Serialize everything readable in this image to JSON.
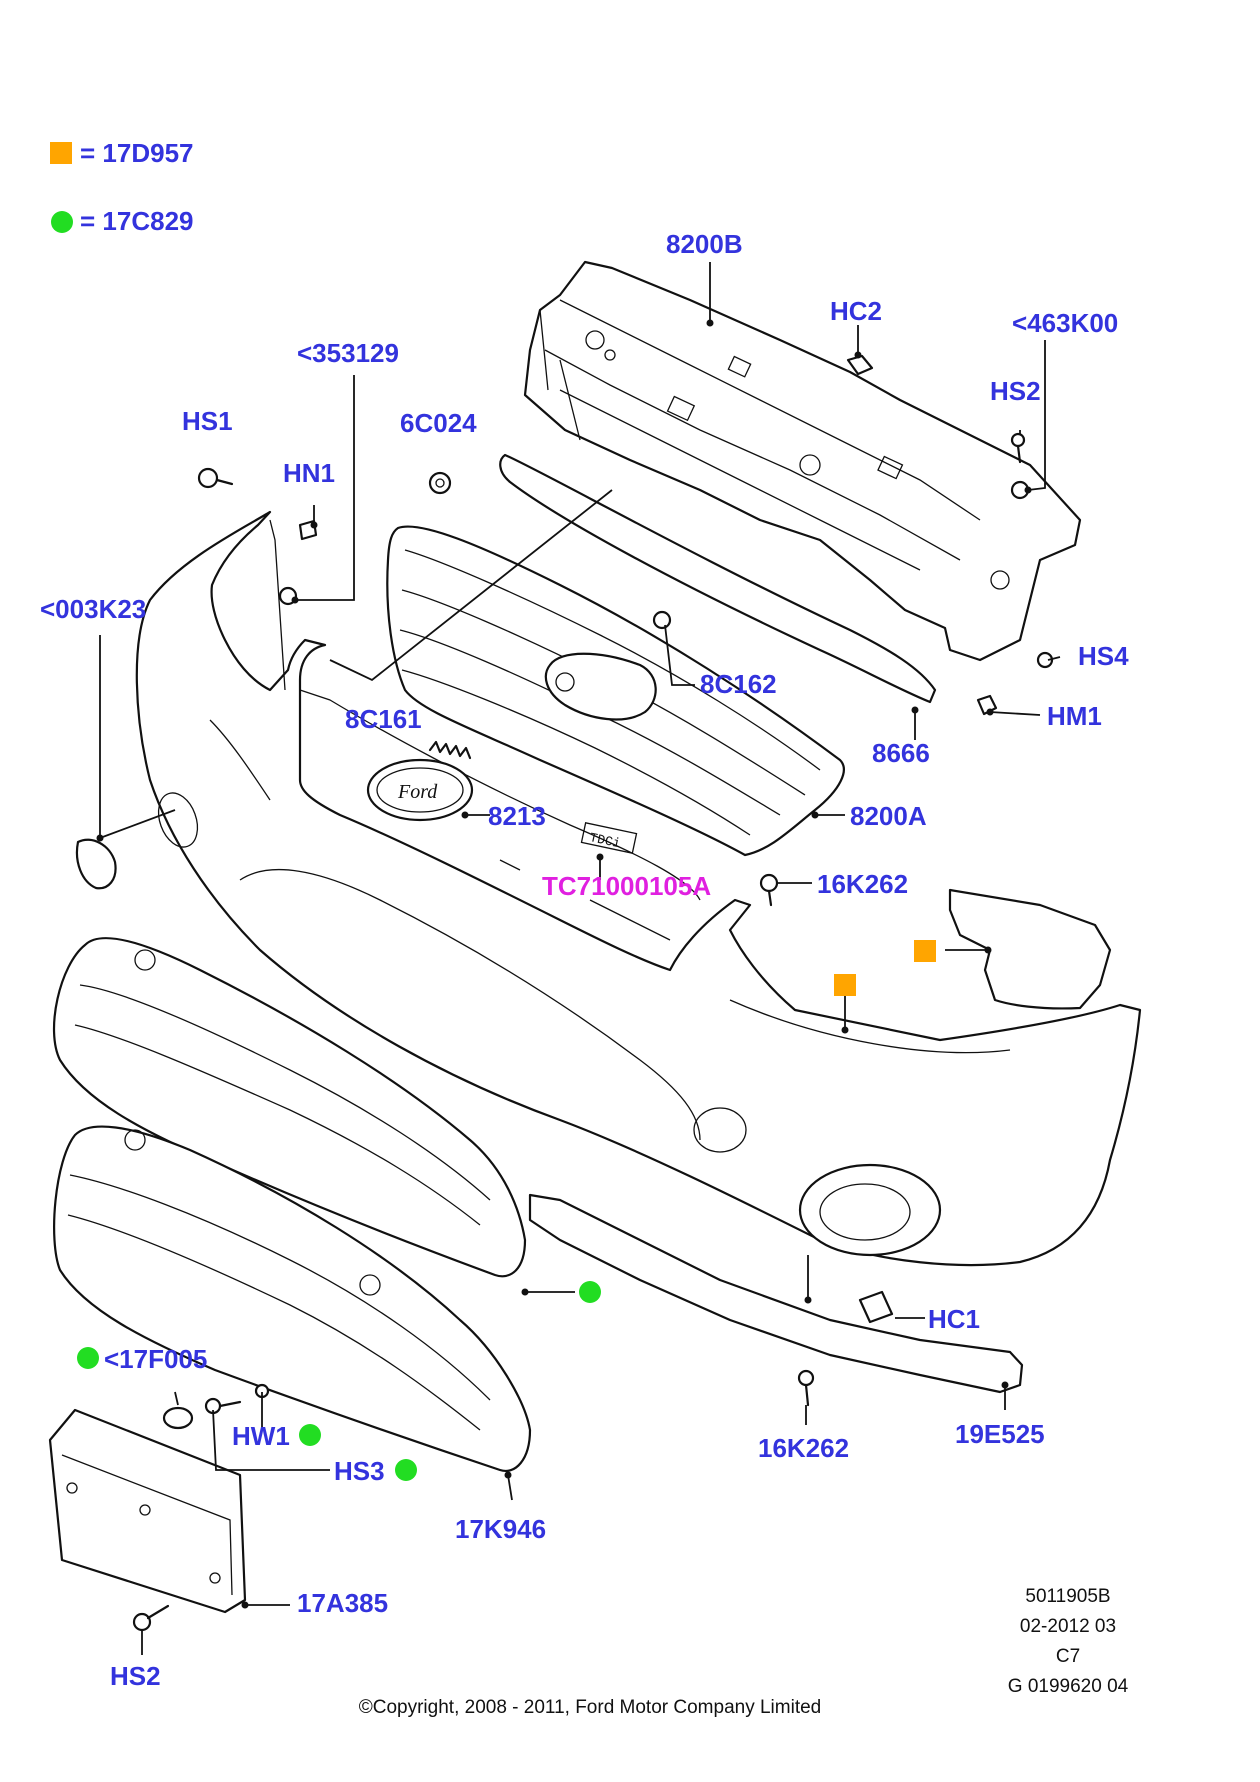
{
  "legend": [
    {
      "marker": "orange-square",
      "color": "#ffa500",
      "text": "= 17D957"
    },
    {
      "marker": "green-circle",
      "color": "#22dd22",
      "text": "= 17C829"
    }
  ],
  "callouts": {
    "p8200B": "8200B",
    "hc2": "HC2",
    "p463K00": "<463K00",
    "hs2_top": "HS2",
    "p353129": "<353129",
    "p6C024": "6C024",
    "hs1": "HS1",
    "hn1": "HN1",
    "p003K23": "<003K23",
    "p8C162": "8C162",
    "hs4": "HS4",
    "hm1": "HM1",
    "p8C161": "8C161",
    "p8666": "8666",
    "p8213": "8213",
    "p8200A": "8200A",
    "tc71000105A": "TC71000105A",
    "p16K262_top": "16K262",
    "hc1": "HC1",
    "p17F005": "<17F005",
    "hw1": "HW1",
    "hs3": "HS3",
    "p17K946": "17K946",
    "p16K262_bottom": "16K262",
    "p19E525": "19E525",
    "p17A385": "17A385",
    "hs2_bottom": "HS2"
  },
  "drawing_info": {
    "ref": "5011905B",
    "date": "02-2012 03",
    "code": "C7",
    "gnumber": "G 0199620 04"
  },
  "copyright": "©Copyright, 2008 - 2011, Ford Motor Company Limited",
  "emblem_text": "Ford",
  "badge_text": "TDCi"
}
